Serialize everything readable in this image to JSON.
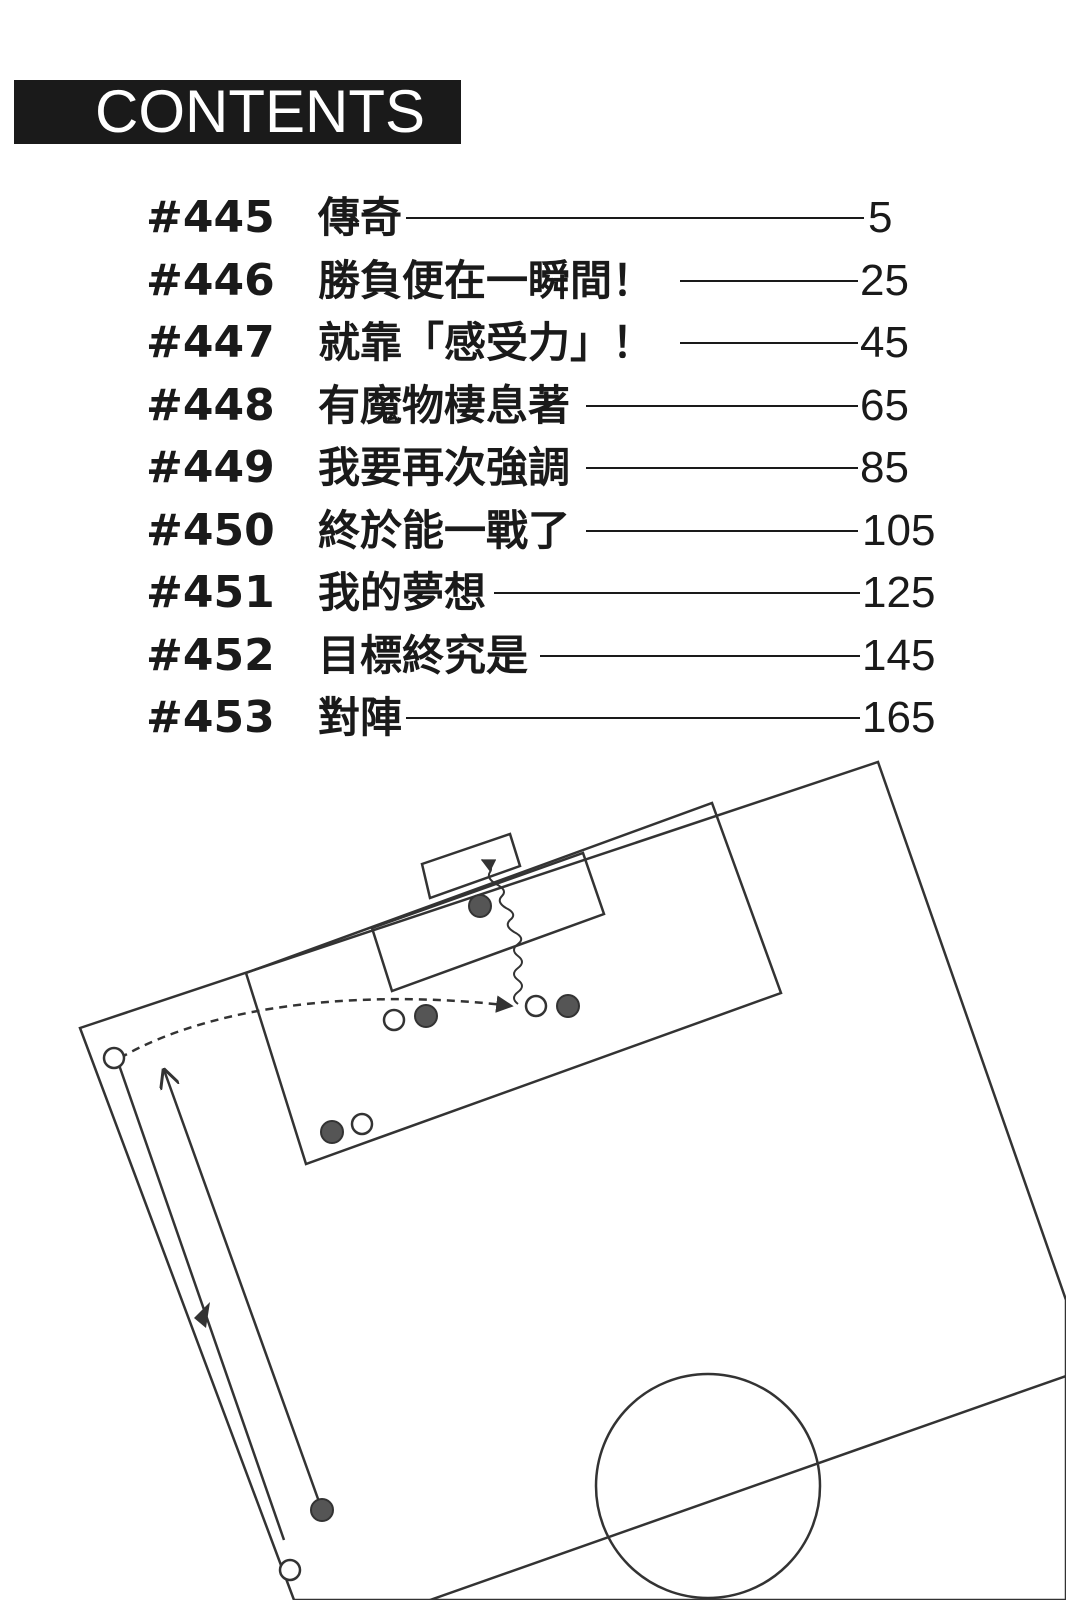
{
  "header": {
    "title": "CONTENTS"
  },
  "toc": [
    {
      "number": "#445",
      "title": "傳奇",
      "page": "5"
    },
    {
      "number": "#446",
      "title": "勝負便在一瞬間！",
      "page": "25"
    },
    {
      "number": "#447",
      "title": "就靠「感受力」！",
      "page": "45"
    },
    {
      "number": "#448",
      "title": "有魔物棲息著",
      "page": "65"
    },
    {
      "number": "#449",
      "title": "我要再次強調",
      "page": "85"
    },
    {
      "number": "#450",
      "title": "終於能一戰了",
      "page": "105"
    },
    {
      "number": "#451",
      "title": "我的夢想",
      "page": "125"
    },
    {
      "number": "#452",
      "title": "目標終究是",
      "page": "145"
    },
    {
      "number": "#453",
      "title": "對陣",
      "page": "165"
    }
  ],
  "illustration": {
    "subject": "soccer-field-tactics-diagram",
    "colors": {
      "line": "#333333",
      "dot_fill": "#555555"
    }
  }
}
